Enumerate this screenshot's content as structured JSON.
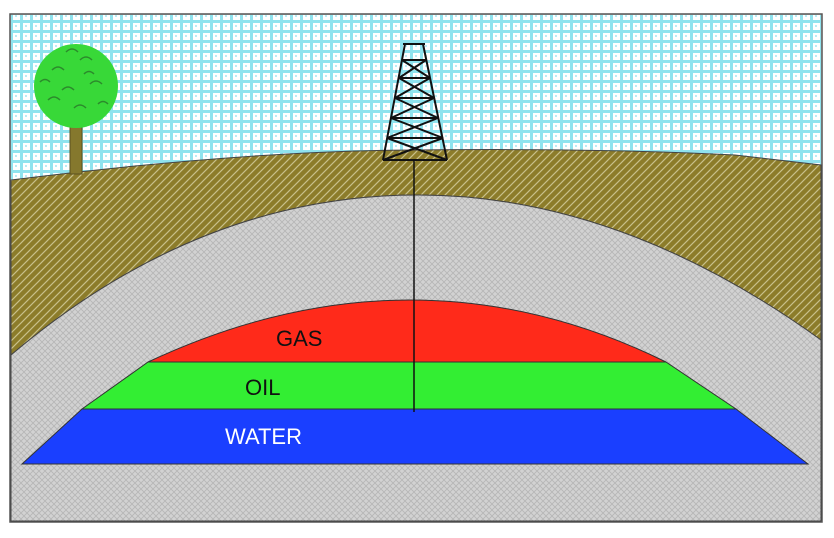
{
  "layers": {
    "gas": "GAS",
    "oil": "OIL",
    "water": "WATER"
  },
  "colors": {
    "sky_background": "#ffffff",
    "sky_grid": "#8fe3ee",
    "ground": "#8c7c2a",
    "ground_hatch": "#c8c08a",
    "rock": "#d2d2d2",
    "rock_pattern": "#b5b5b5",
    "gas": "#ff2a1a",
    "oil": "#33ee33",
    "water": "#1a3fff",
    "tree_foliage": "#38d838",
    "tree_trunk": "#85782d",
    "derrick": "#111111"
  },
  "icons": [
    "tree-icon",
    "oil-derrick-icon"
  ]
}
